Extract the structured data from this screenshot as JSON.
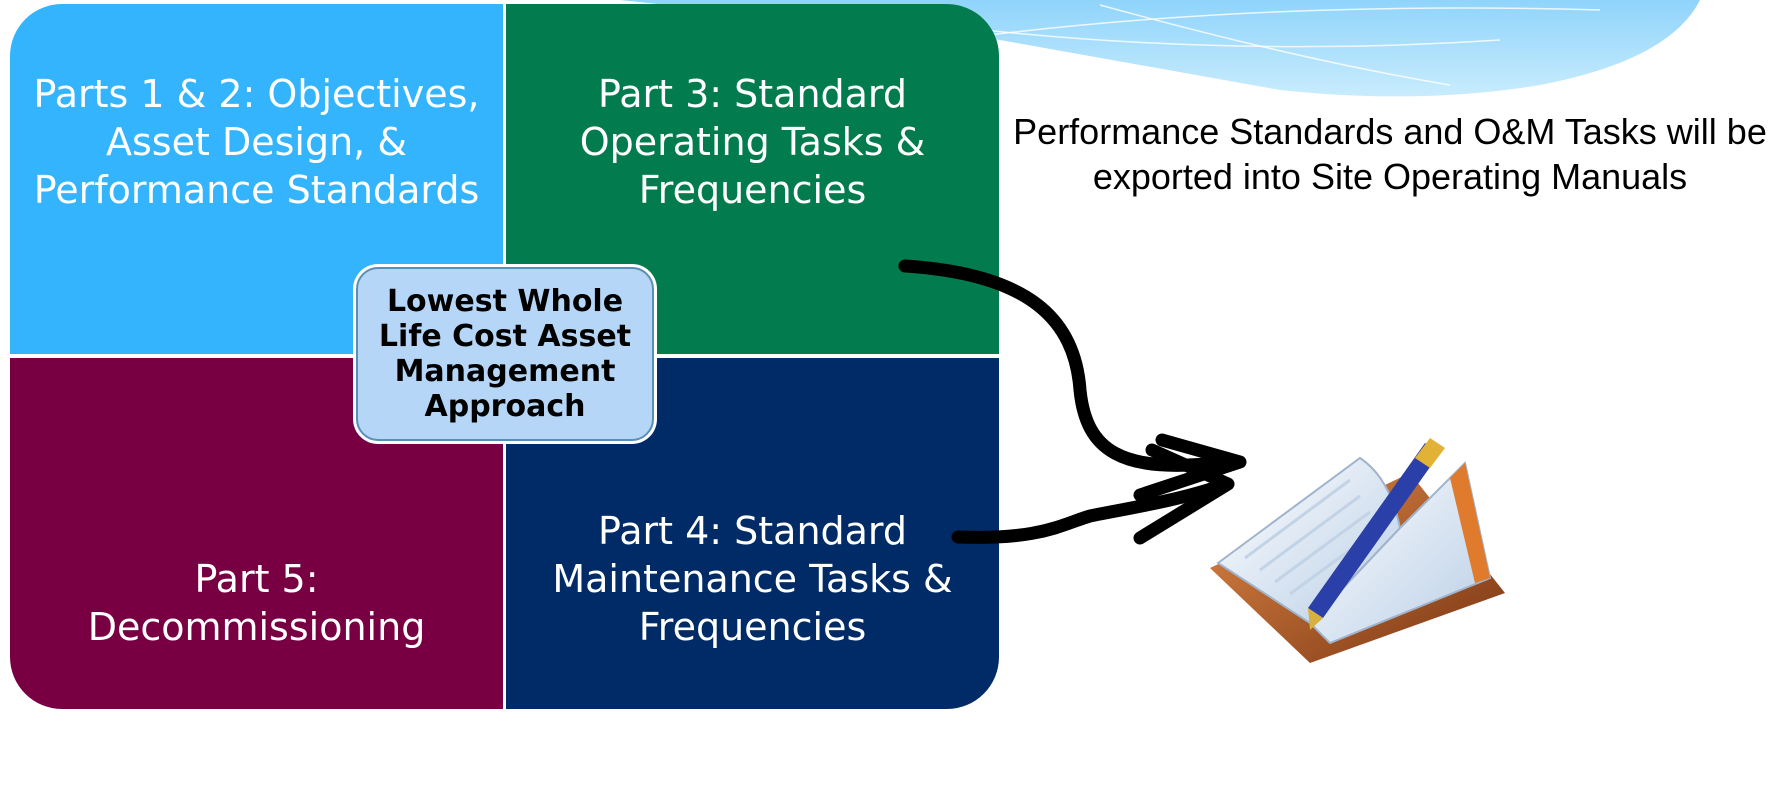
{
  "quadrants": {
    "top_left": "Parts 1 & 2: Objectives, Asset Design, & Performance Standards",
    "top_right": "Part 3: Standard Operating Tasks & Frequencies",
    "bottom_left": "Part 5: Decommissioning",
    "bottom_right": "Part 4: Standard Maintenance Tasks & Frequencies"
  },
  "center": "Lowest Whole Life Cost Asset Management Approach",
  "side_note": "Performance Standards  and O&M Tasks will be exported into Site Operating Manuals",
  "colors": {
    "top_left": "#33b4fc",
    "top_right": "#027c4f",
    "bottom_left": "#780042",
    "bottom_right": "#002b66",
    "center": "#b5d6f6"
  },
  "icons": [
    "curved-arrow-icon",
    "straight-arrow-icon",
    "open-book-with-pen-icon"
  ]
}
